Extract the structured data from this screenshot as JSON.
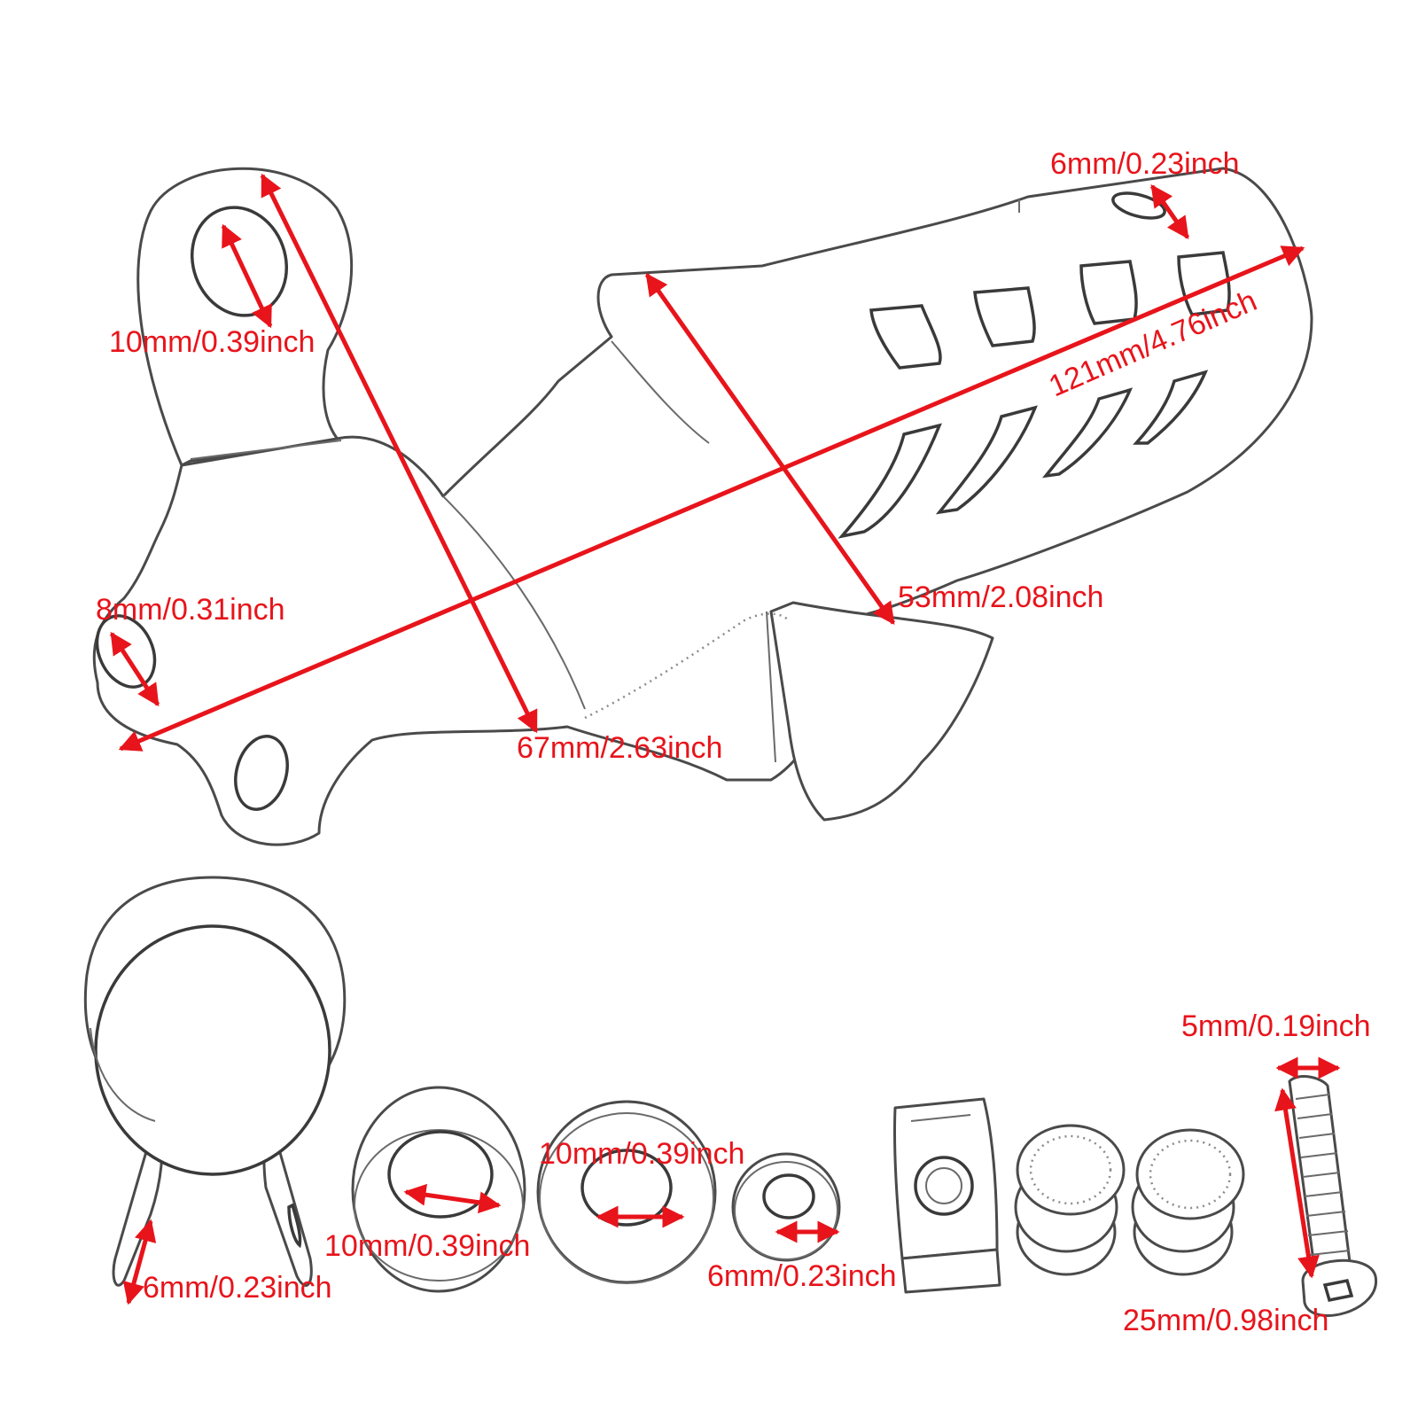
{
  "colors": {
    "dimension": "#e8141b",
    "outline": "#4a4a4a",
    "background": "#ffffff"
  },
  "dimensions": {
    "top_hole": "10mm/0.39inch",
    "bracket_height": "67mm/2.63inch",
    "left_hole": "8mm/0.31inch",
    "overall_length": "121mm/4.76inch",
    "guard_width": "53mm/2.08inch",
    "tip_hole": "6mm/0.23inch",
    "clamp_slot": "6mm/0.23inch",
    "spacer_inner": "10mm/0.39inch",
    "washer_large_inner": "10mm/0.39inch",
    "washer_small_inner": "6mm/0.23inch",
    "bolt_diameter": "5mm/0.19inch",
    "bolt_length": "25mm/0.98inch"
  }
}
